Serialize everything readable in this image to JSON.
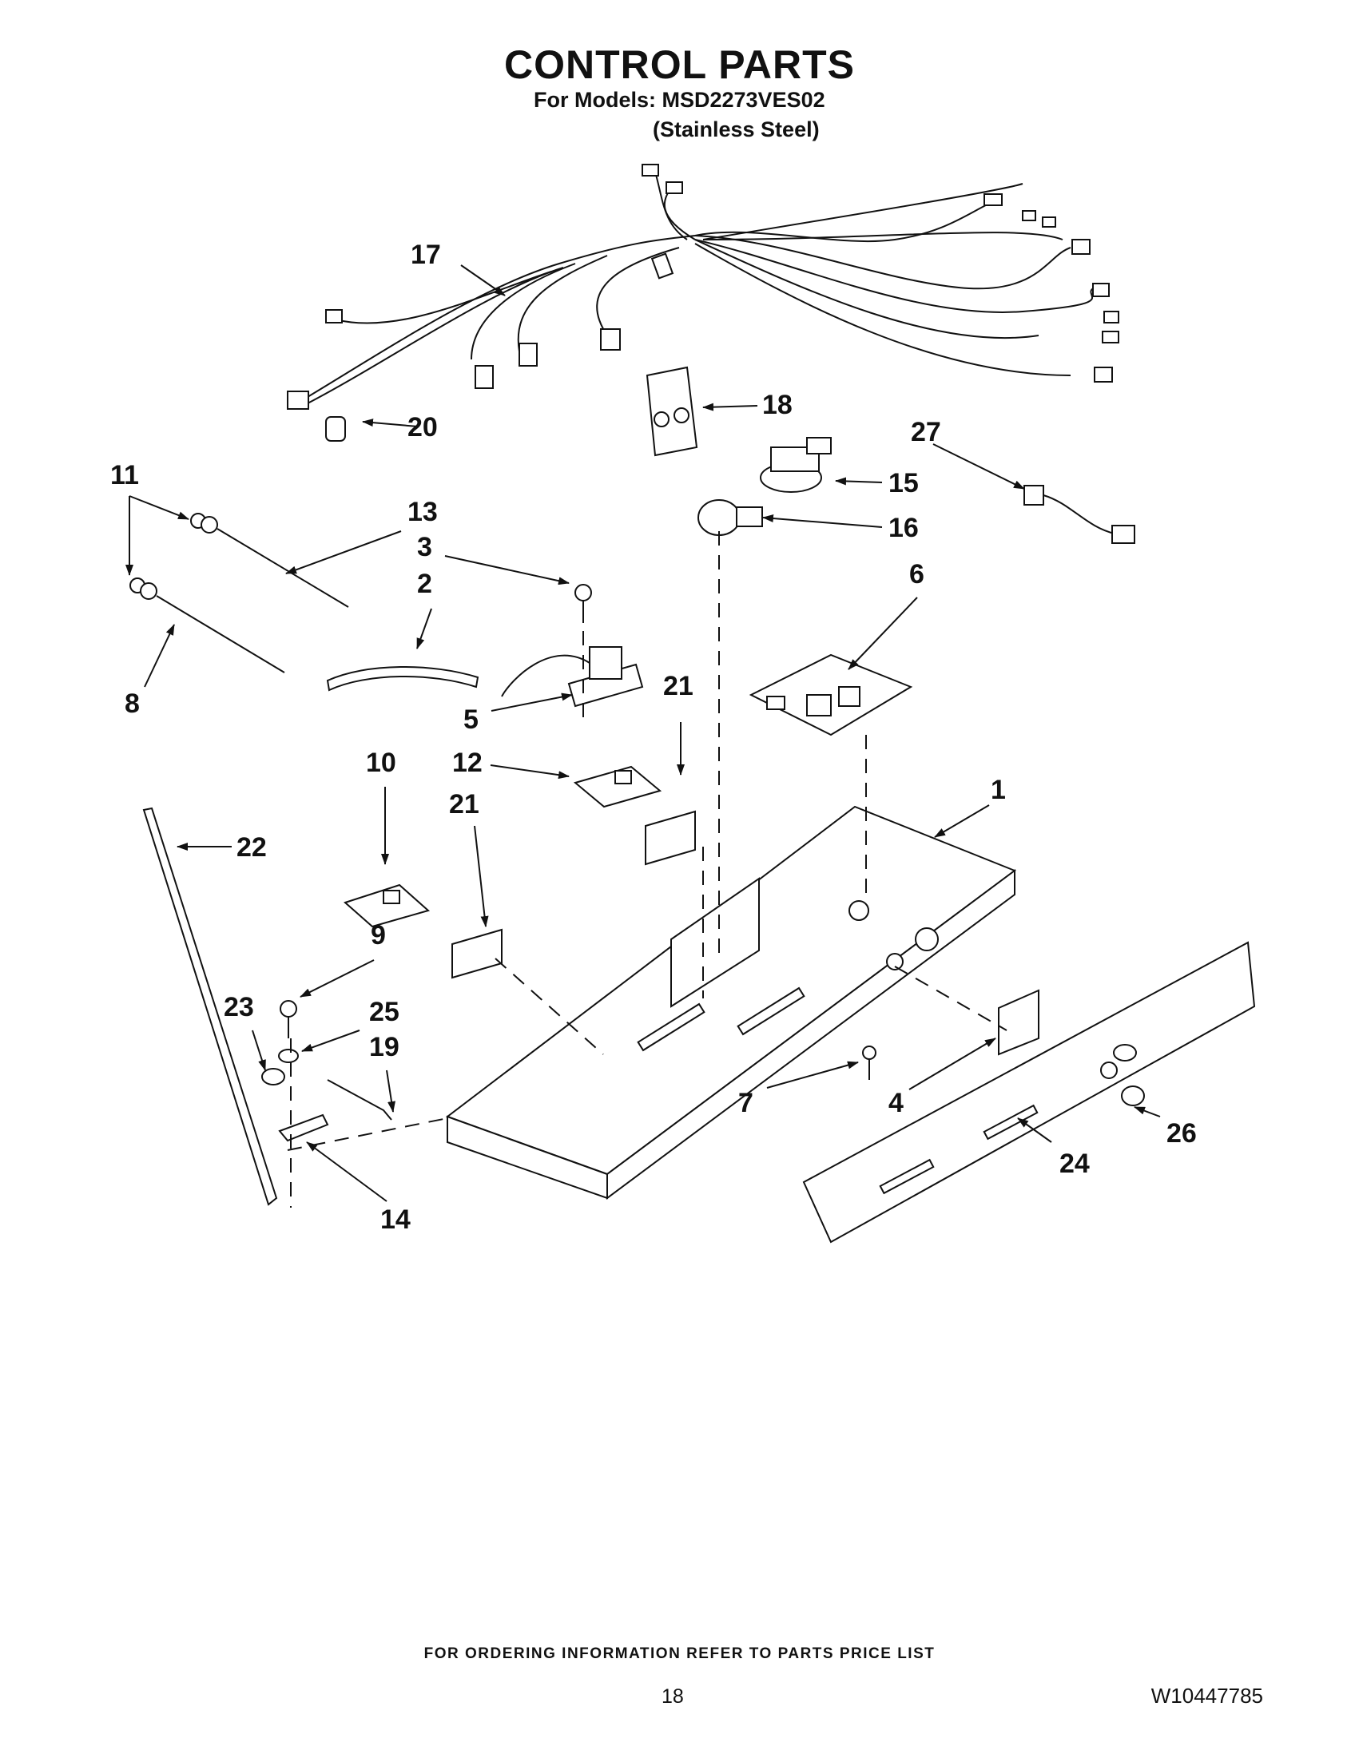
{
  "header": {
    "title": "CONTROL PARTS",
    "models_line": "For Models: MSD2273VES02",
    "finish_line": "(Stainless Steel)"
  },
  "callouts": [
    "1",
    "2",
    "3",
    "4",
    "5",
    "6",
    "7",
    "8",
    "9",
    "10",
    "11",
    "12",
    "13",
    "14",
    "15",
    "16",
    "17",
    "18",
    "19",
    "20",
    "21",
    "21",
    "22",
    "23",
    "24",
    "25",
    "26",
    "27"
  ],
  "footer": {
    "ordering_note": "FOR ORDERING INFORMATION REFER TO PARTS PRICE LIST",
    "page_number": "18",
    "document_number": "W10447785"
  }
}
